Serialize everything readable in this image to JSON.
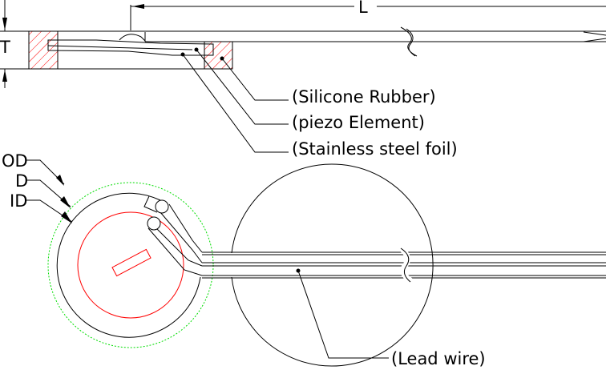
{
  "dimensions": {
    "length": "L",
    "thickness": "T",
    "outer_diameter": "OD",
    "diameter": "D",
    "inner_diameter": "ID"
  },
  "callouts": {
    "silicone": "(Silicone Rubber)",
    "piezo": "(piezo Element)",
    "foil": "(Stainless steel foil)",
    "lead": "(Lead wire)"
  },
  "colors": {
    "line": "#000000",
    "hatch": "#ff0000",
    "piezo_circle": "#ff0000",
    "diameter_circle": "#00dd00"
  }
}
